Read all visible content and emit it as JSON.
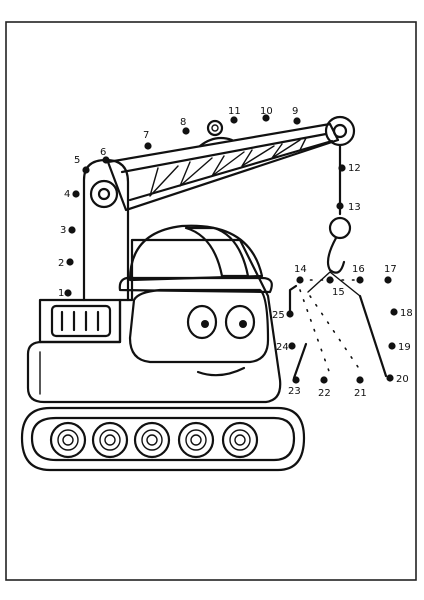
{
  "puzzle": {
    "dots": [
      {
        "n": "1"
      },
      {
        "n": "2"
      },
      {
        "n": "3"
      },
      {
        "n": "4"
      },
      {
        "n": "5"
      },
      {
        "n": "6"
      },
      {
        "n": "7"
      },
      {
        "n": "8"
      },
      {
        "n": "11"
      },
      {
        "n": "10"
      },
      {
        "n": "9"
      },
      {
        "n": "12"
      },
      {
        "n": "13"
      },
      {
        "n": "14"
      },
      {
        "n": "15"
      },
      {
        "n": "16"
      },
      {
        "n": "17"
      },
      {
        "n": "18"
      },
      {
        "n": "19"
      },
      {
        "n": "20"
      },
      {
        "n": "21"
      },
      {
        "n": "22"
      },
      {
        "n": "23"
      },
      {
        "n": "24"
      },
      {
        "n": "25"
      }
    ]
  }
}
